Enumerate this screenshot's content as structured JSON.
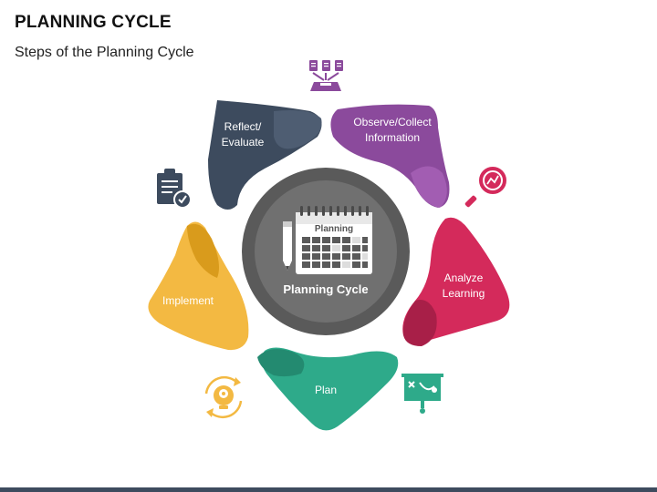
{
  "header": {
    "title": "PLANNING CYCLE",
    "subtitle": "Steps of the Planning Cycle"
  },
  "center": {
    "label": "Planning Cycle",
    "calendar_title": "Planning"
  },
  "steps": [
    {
      "id": "reflect",
      "line1": "Reflect/",
      "line2": "Evaluate",
      "color": "#3d4b5e",
      "icon": "clipboard-check-icon"
    },
    {
      "id": "observe",
      "line1": "Observe/Collect",
      "line2": "Information",
      "color": "#8b4a9c",
      "icon": "documents-inbox-icon"
    },
    {
      "id": "analyze",
      "line1": "Analyze",
      "line2": "Learning",
      "color": "#d42a5b",
      "icon": "magnifier-chart-icon"
    },
    {
      "id": "plan",
      "line1": "Plan",
      "line2": "",
      "color": "#2eaa8a",
      "icon": "strategy-board-icon"
    },
    {
      "id": "implement",
      "line1": "Implement",
      "line2": "",
      "color": "#f3b942",
      "icon": "lightbulb-gear-icon"
    }
  ],
  "colors": {
    "center_ring": "#5a5a5a",
    "center_fill": "#6e6e6e",
    "bottom_bar": "#3d4b5e"
  }
}
